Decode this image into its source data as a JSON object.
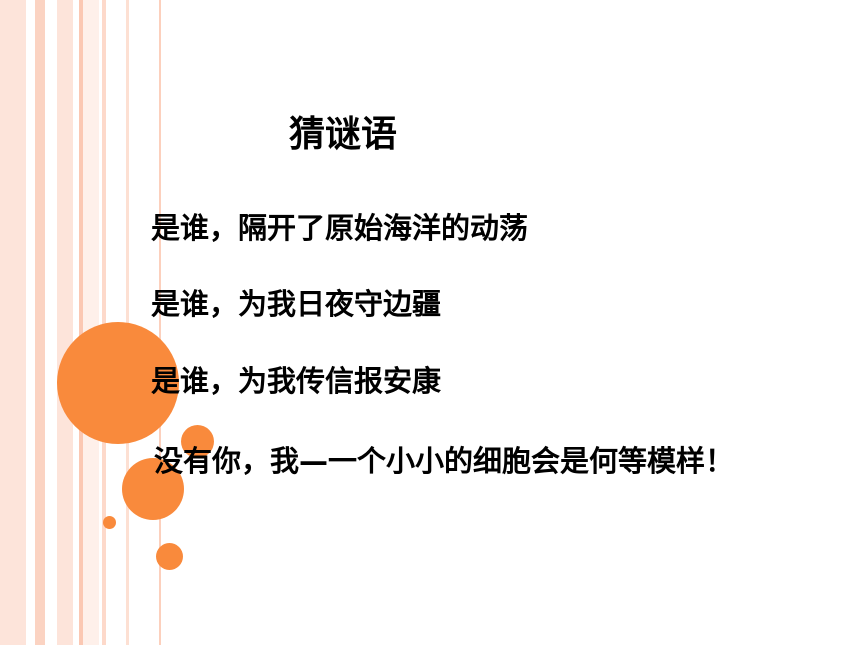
{
  "slide": {
    "title": "猜谜语",
    "lines": [
      "是谁，隔开了原始海洋的动荡",
      "是谁，为我日夜守边疆",
      "是谁，为我传信报安康",
      "没有你，我—一个小小的细胞会是何等模样！"
    ]
  },
  "colors": {
    "accent": "#f98a3c",
    "stripe": "#fde4da"
  }
}
